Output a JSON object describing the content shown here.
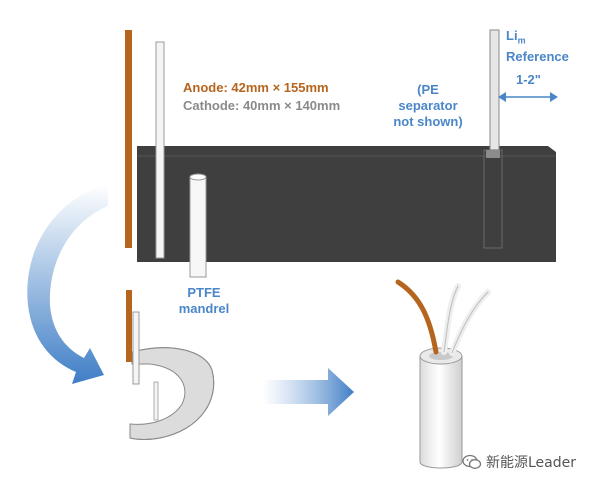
{
  "labels": {
    "anode": "Anode: 42mm × 155mm",
    "cathode": "Cathode: 40mm × 140mm",
    "separator_line1": "(PE",
    "separator_line2": "separator",
    "separator_line3": "not shown)",
    "reference_li": "Li",
    "reference_sub": "m",
    "reference_word": "Reference",
    "distance": "1-2\"",
    "mandrel_line1": "PTFE",
    "mandrel_line2": "mandrel"
  },
  "watermark": {
    "text": "新能源Leader",
    "icon": "wechat-icon"
  },
  "colors": {
    "anode": "#b5651d",
    "cathode": "#8a8a8a",
    "label_blue": "#4a86c8",
    "separator_sheet": "#3f3f3f",
    "arrow_blue": "#4a86c8"
  }
}
